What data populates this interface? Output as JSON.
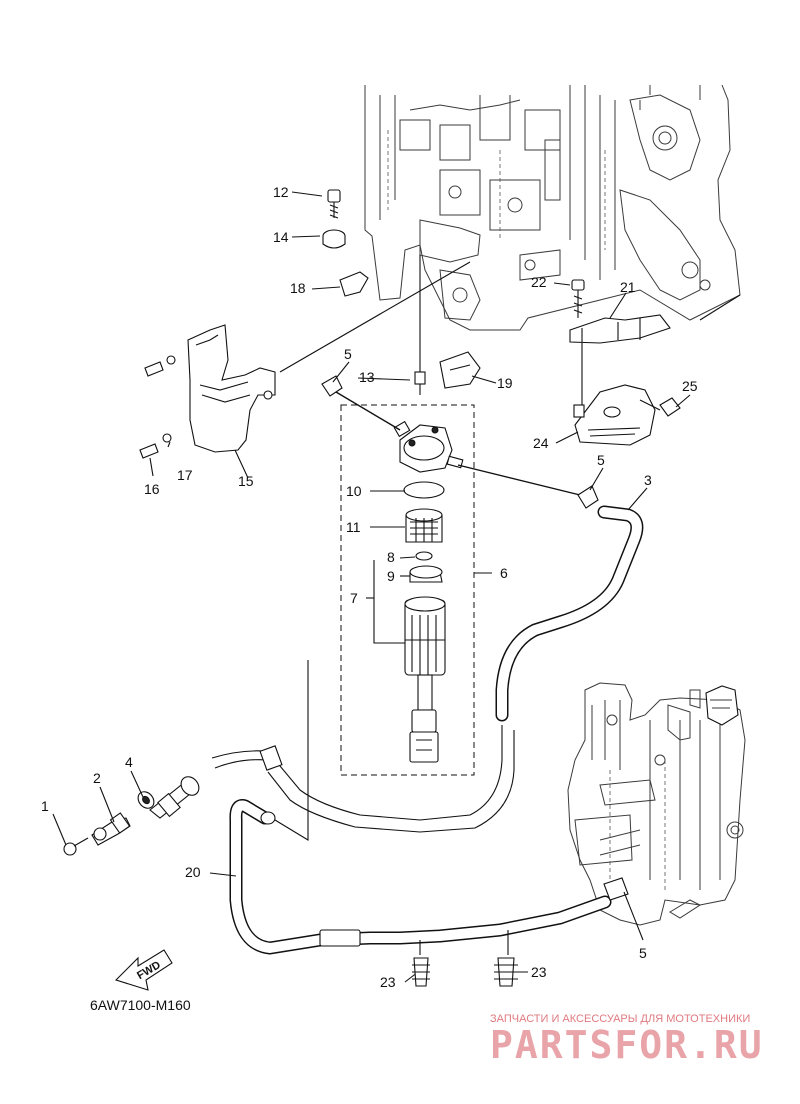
{
  "diagram": {
    "part_labels": [
      {
        "id": "p1",
        "text": "1"
      },
      {
        "id": "p2",
        "text": "2"
      },
      {
        "id": "p3",
        "text": "3"
      },
      {
        "id": "p4",
        "text": "4"
      },
      {
        "id": "p5a",
        "text": "5"
      },
      {
        "id": "p5b",
        "text": "5"
      },
      {
        "id": "p5c",
        "text": "5"
      },
      {
        "id": "p6",
        "text": "6"
      },
      {
        "id": "p7",
        "text": "7"
      },
      {
        "id": "p8",
        "text": "8"
      },
      {
        "id": "p9",
        "text": "9"
      },
      {
        "id": "p10",
        "text": "10"
      },
      {
        "id": "p11",
        "text": "11"
      },
      {
        "id": "p12",
        "text": "12"
      },
      {
        "id": "p13",
        "text": "13"
      },
      {
        "id": "p14",
        "text": "14"
      },
      {
        "id": "p15",
        "text": "15"
      },
      {
        "id": "p16",
        "text": "16"
      },
      {
        "id": "p17",
        "text": "17"
      },
      {
        "id": "p18",
        "text": "18"
      },
      {
        "id": "p19",
        "text": "19"
      },
      {
        "id": "p20",
        "text": "20"
      },
      {
        "id": "p21",
        "text": "21"
      },
      {
        "id": "p22",
        "text": "22"
      },
      {
        "id": "p23a",
        "text": "23"
      },
      {
        "id": "p23b",
        "text": "23"
      },
      {
        "id": "p24",
        "text": "24"
      },
      {
        "id": "p25",
        "text": "25"
      }
    ],
    "fwd_label": "FWD",
    "diagram_code": "6AW7100-M160"
  },
  "watermark": {
    "tagline": "ЗАПЧАСТИ И АКСЕССУАРЫ ДЛЯ МОТОТЕХНИКИ",
    "brand": "PARTSFOR.RU",
    "color": "#e8a4a8"
  }
}
